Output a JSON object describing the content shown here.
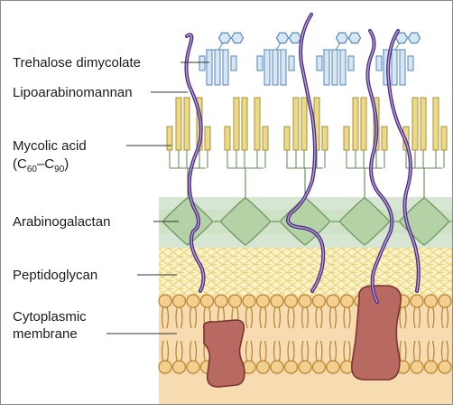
{
  "labels": {
    "trehalose": "Trehalose dimycolate",
    "lipoarabinomannan": "Lipoarabinomannan",
    "mycolic_line1": "Mycolic acid",
    "mycolic_formula": {
      "open": "(C",
      "sub1": "60",
      "dash": "–C",
      "sub2": "90",
      "close": ")"
    },
    "arabinogalactan": "Arabinogalactan",
    "peptidoglycan": "Peptidoglycan",
    "cytoplasmic_line1": "Cytoplasmic",
    "cytoplasmic_line2": "membrane"
  },
  "colors": {
    "frame": "#8a8a8a",
    "trehalose_fill": "#d5e6f5",
    "trehalose_stroke": "#5a86b8",
    "mycolic_fill": "#ecd98a",
    "mycolic_stroke": "#a88f32",
    "arabinogalactan_band": "#d7e6d2",
    "arabinogalactan_fill": "#b5d1a6",
    "arabinogalactan_stroke": "#6f9a5e",
    "connector": "#5e8a4c",
    "peptidoglycan_band": "#fbf2c6",
    "peptidoglycan_mesh": "#e9d37f",
    "membrane_band": "#f6dcb0",
    "lipid_head_fill": "#f4d08e",
    "lipid_stroke": "#b5812f",
    "protein_fill": "#b86a62",
    "protein_stroke": "#7a3530",
    "lipoarabinomannan_outer": "#4b2d7a",
    "lipoarabinomannan_inner": "#b79ee0",
    "leader_line": "#333333"
  }
}
